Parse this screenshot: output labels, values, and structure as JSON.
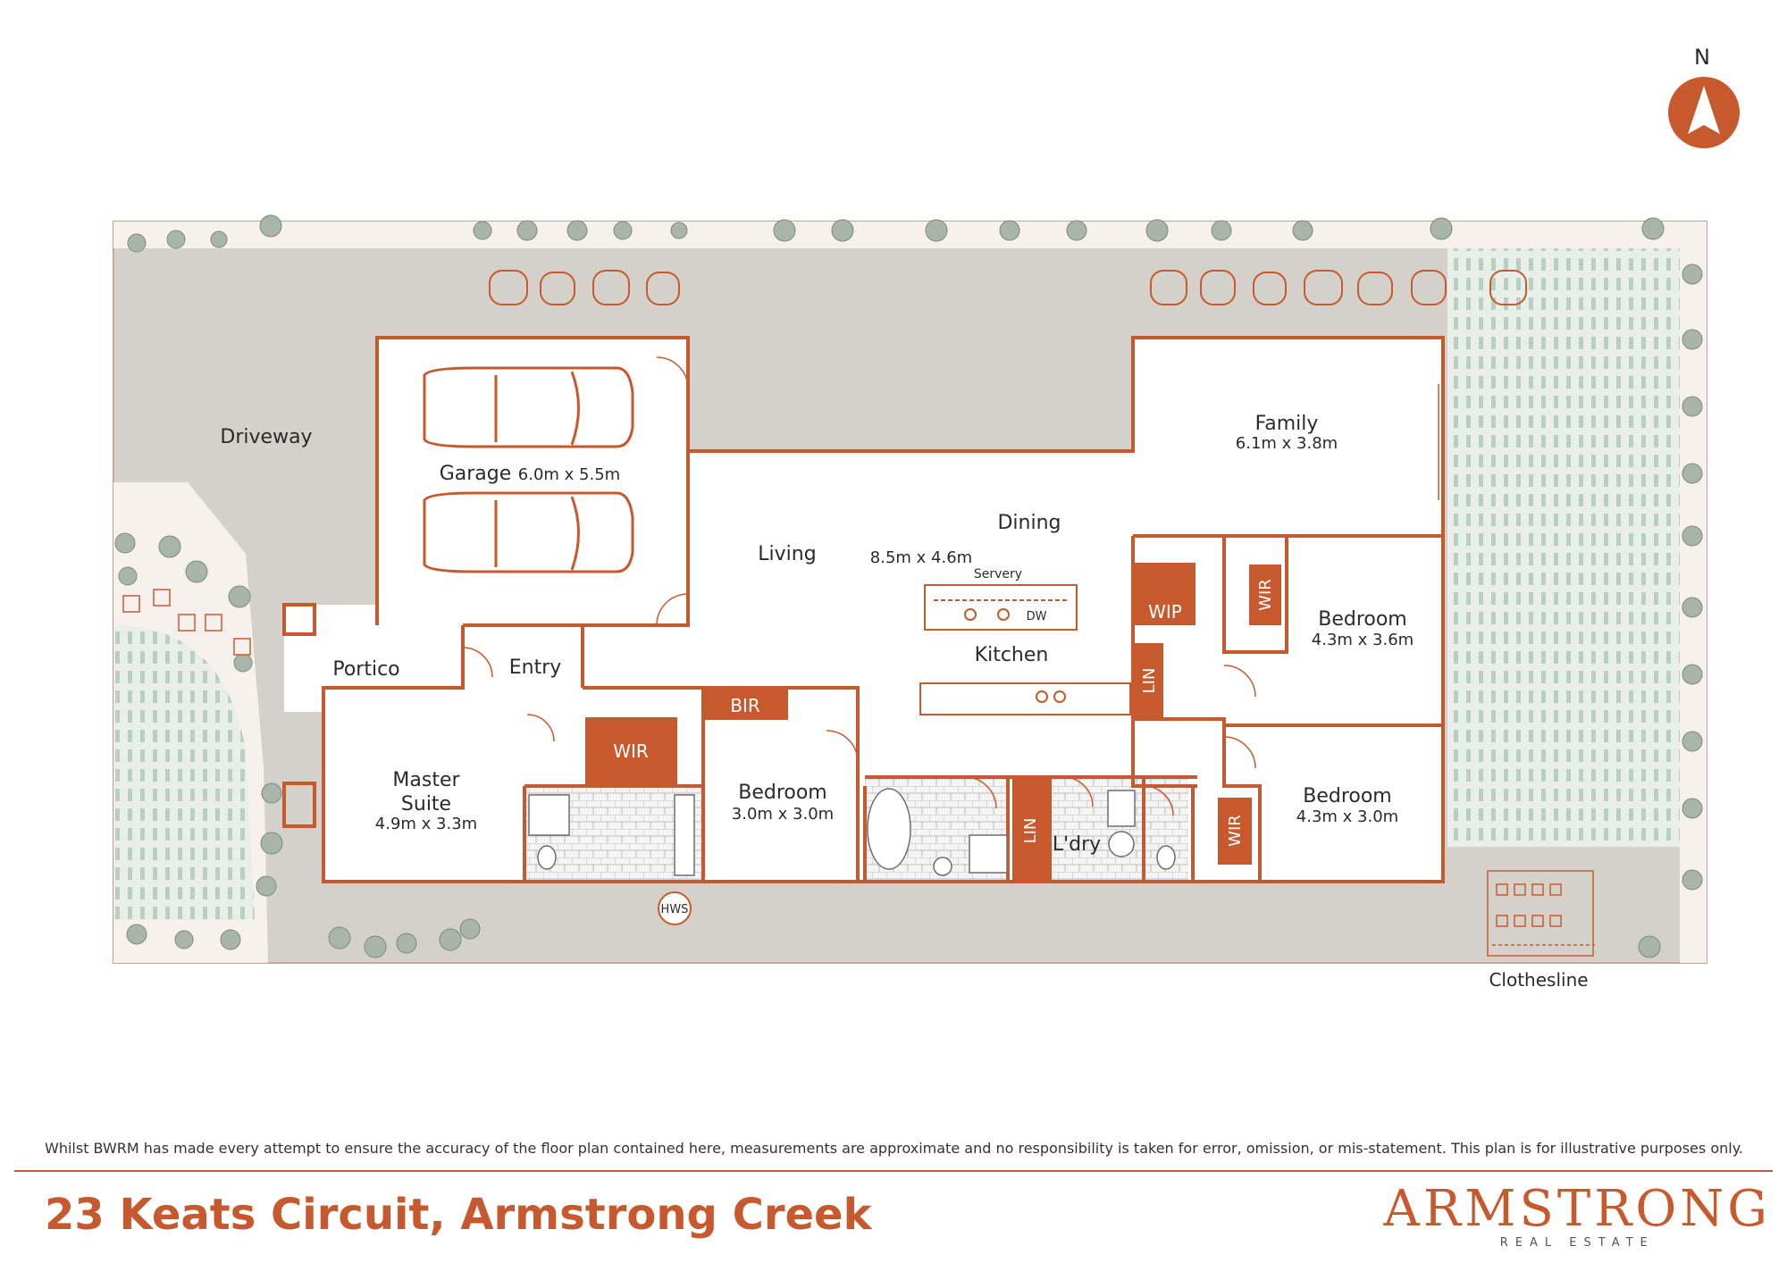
{
  "compass": {
    "label": "N"
  },
  "rooms": {
    "driveway": "Driveway",
    "garage": "Garage",
    "garage_dim": "6.0m x 5.5m",
    "family": "Family",
    "family_dim": "6.1m x 3.8m",
    "dining": "Dining",
    "living": "Living",
    "living_dim": "8.5m x 4.6m",
    "servery": "Servery",
    "dw": "DW",
    "kitchen": "Kitchen",
    "portico": "Portico",
    "entry": "Entry",
    "master_line1": "Master",
    "master_line2": "Suite",
    "master_dim": "4.9m x 3.3m",
    "bedroom2": "Bedroom",
    "bedroom2_dim": "3.0m x 3.0m",
    "bedroom3": "Bedroom",
    "bedroom3_dim": "4.3m x 3.6m",
    "bedroom4": "Bedroom",
    "bedroom4_dim": "4.3m x 3.0m",
    "laundry": "L'dry",
    "hws": "HWS",
    "clothesline": "Clothesline"
  },
  "tags": {
    "wir_master": "WIR",
    "bir": "BIR",
    "wip": "WIP",
    "lin_upper": "LIN",
    "lin_lower": "LIN",
    "wir_bed3": "WIR",
    "wir_bed4": "WIR"
  },
  "footer": {
    "disclaimer": "Whilst BWRM  has made every attempt to ensure the accuracy of the floor plan contained here, measurements are approximate and no responsibility is taken for error, omission, or mis-statement. This plan is for illustrative purposes only.",
    "address": "23 Keats Circuit, Armstrong Creek",
    "brand_name": "ARMSTRONG",
    "brand_sub": "REAL ESTATE"
  },
  "colors": {
    "accent": "#c65a2e",
    "paving": "#d9d6d1",
    "lawn": "#dfe9e2",
    "floor": "#ffffff"
  }
}
